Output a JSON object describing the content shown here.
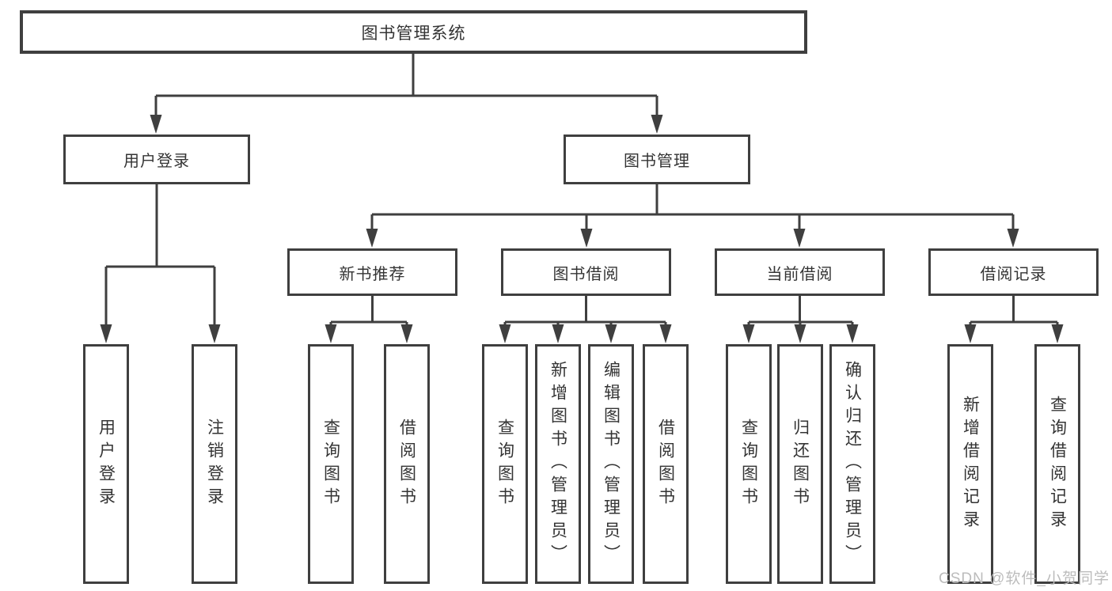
{
  "tree": {
    "root": {
      "label": "图书管理系统",
      "children": [
        {
          "label": "用户登录",
          "children": [
            {
              "label": "用户登录"
            },
            {
              "label": "注销登录"
            }
          ]
        },
        {
          "label": "图书管理",
          "children": [
            {
              "label": "新书推荐",
              "children": [
                {
                  "label": "查询图书"
                },
                {
                  "label": "借阅图书"
                }
              ]
            },
            {
              "label": "图书借阅",
              "children": [
                {
                  "label": "查询图书"
                },
                {
                  "label": "新增图书（管理员）"
                },
                {
                  "label": "编辑图书（管理员）"
                },
                {
                  "label": "借阅图书"
                }
              ]
            },
            {
              "label": "当前借阅",
              "children": [
                {
                  "label": "查询图书"
                },
                {
                  "label": "归还图书"
                },
                {
                  "label": "确认归还（管理员）"
                }
              ]
            },
            {
              "label": "借阅记录",
              "children": [
                {
                  "label": "新增借阅记录"
                },
                {
                  "label": "查询借阅记录"
                }
              ]
            }
          ]
        }
      ]
    }
  },
  "watermark": {
    "text": "CSDN @软件_小贺同学"
  },
  "colors": {
    "line": "#3f3f3f",
    "text": "#343434",
    "watermark": "#bcbcbc",
    "background": "#ffffff"
  }
}
